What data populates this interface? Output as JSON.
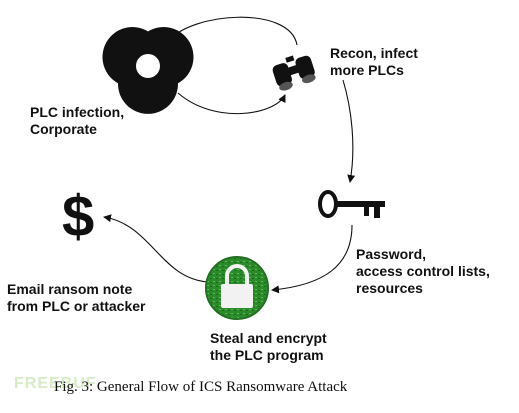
{
  "labels": {
    "recon": [
      "Recon, infect",
      "more PLCs"
    ],
    "plc_infection": [
      "PLC infection,",
      "Corporate"
    ],
    "password": [
      "Password,",
      "access control lists,",
      "resources"
    ],
    "email": [
      "Email ransom note",
      "from PLC or attacker"
    ],
    "steal": [
      "Steal and encrypt",
      "the PLC program"
    ]
  },
  "caption": "Fig. 3: General Flow of ICS Ransomware Attack",
  "watermark": "FREEBUF",
  "icons": {
    "biohazard": "biohazard-icon",
    "binoculars": "binoculars-icon",
    "key": "key-icon",
    "lock": "lock-icon",
    "dollar": "dollar-sign-icon",
    "dollar_glyph": "$"
  },
  "colors": {
    "ink": "#111111",
    "lock_green": "#2e8b2e",
    "watermark": "#d7ecc6"
  }
}
